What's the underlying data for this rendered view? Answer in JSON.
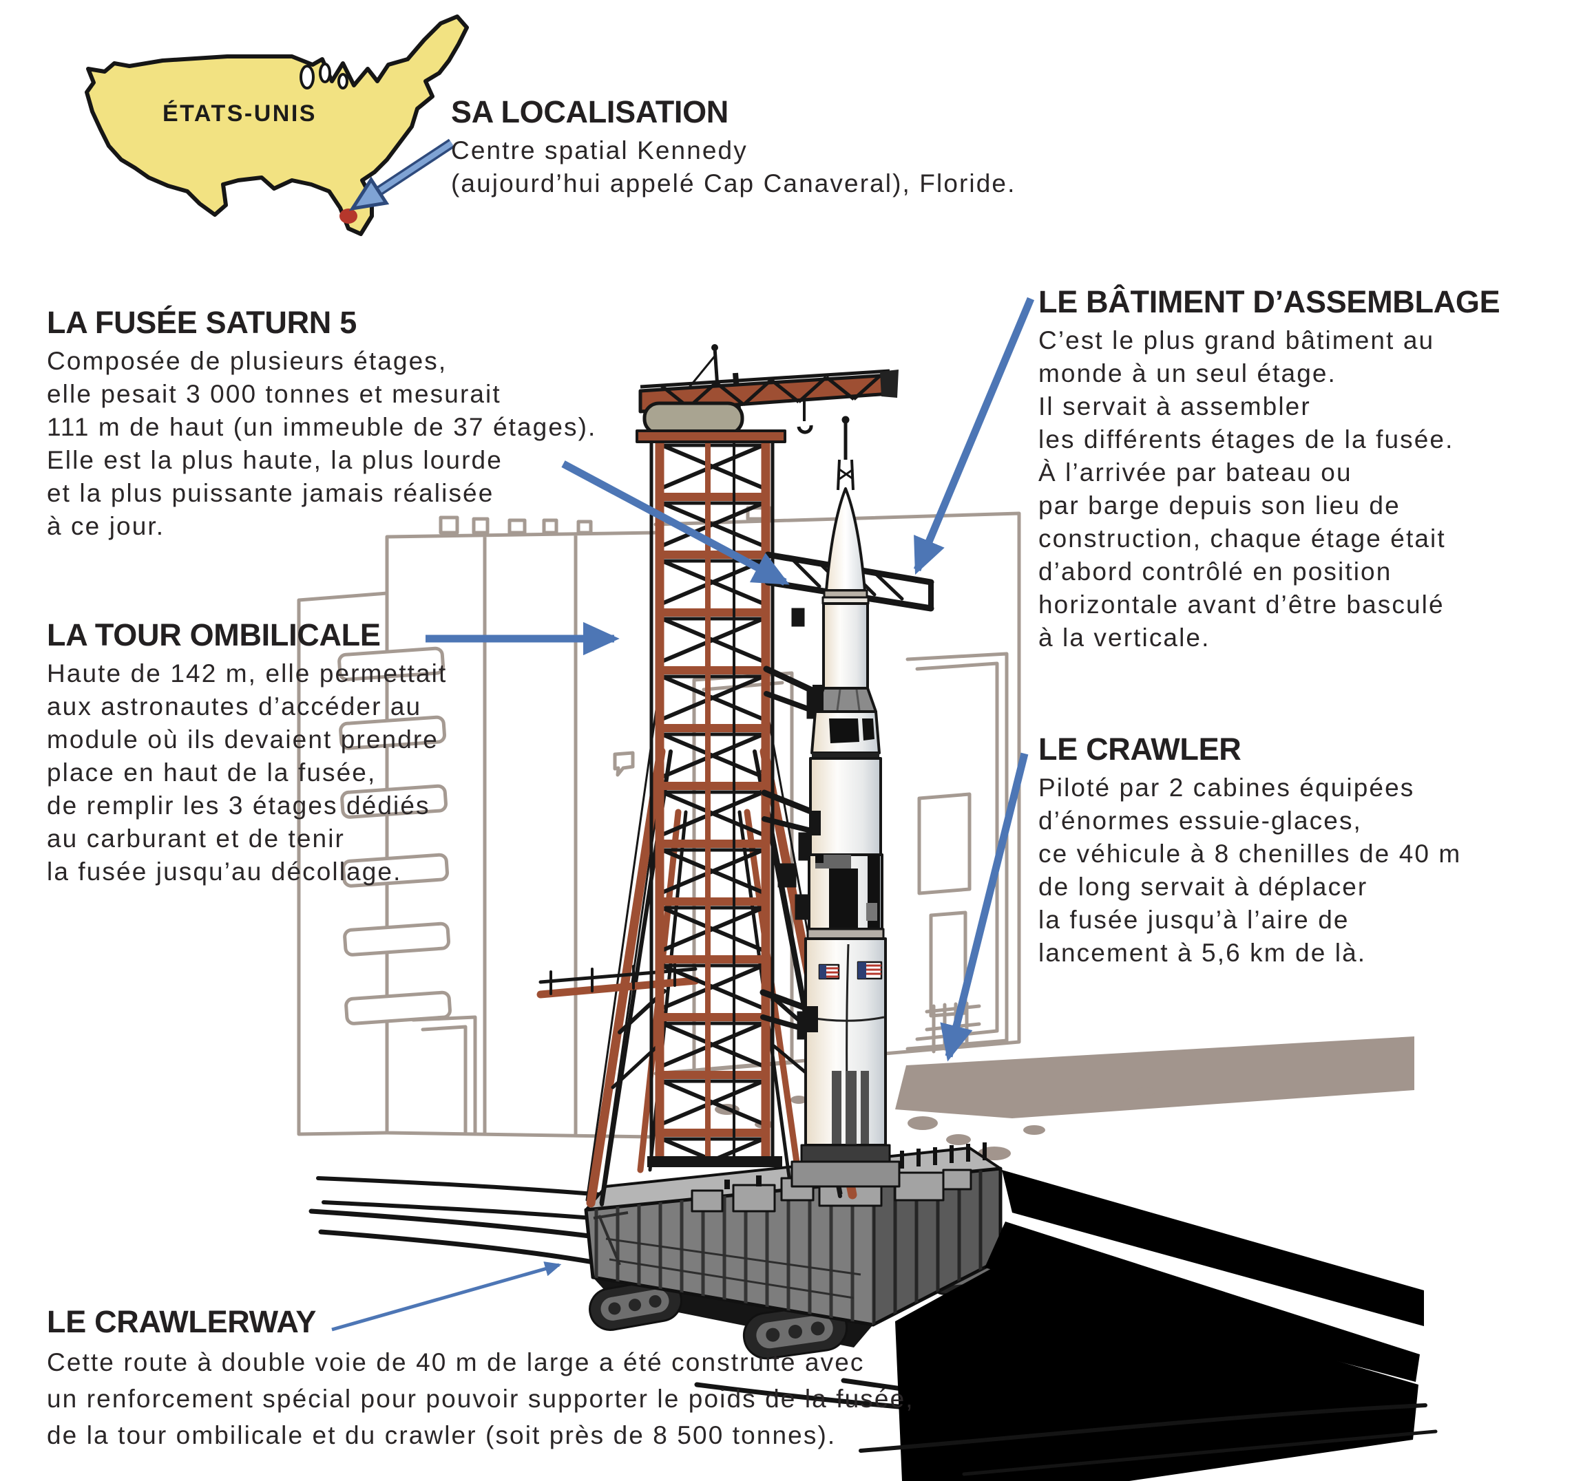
{
  "map": {
    "label": "ÉTATS-UNIS",
    "marker": "florida-red-dot"
  },
  "location": {
    "title": "SA LOCALISATION",
    "body": "Centre spatial Kennedy\n(aujourd’hui appelé Cap Canaveral), Floride."
  },
  "rocket": {
    "title": "LA FUSÉE SATURN 5",
    "body": "Composée de plusieurs étages,\nelle pesait 3 000 tonnes et mesurait\n111 m de haut (un immeuble de 37 étages).\nElle est la plus haute, la plus lourde\net la plus puissante jamais réalisée\nà ce jour."
  },
  "tower": {
    "title": "LA TOUR OMBILICALE",
    "body": "Haute de 142 m, elle permettait\naux astronautes d’accéder au\nmodule où ils devaient prendre\nplace en haut de la fusée,\nde remplir les 3 étages dédiés\nau carburant et de tenir\nla fusée jusqu’au décollage."
  },
  "assembly_building": {
    "title": "LE BÂTIMENT D’ASSEMBLAGE",
    "body": "C’est le plus grand bâtiment au\nmonde à un seul étage.\nIl servait à assembler\nles différents étages de la fusée.\nÀ l’arrivée par bateau ou\npar barge depuis son lieu de\nconstruction, chaque étage était\nd’abord contrôlé en position\nhorizontale avant d’être basculé\nà la verticale."
  },
  "crawler": {
    "title": "LE CRAWLER",
    "body": "Piloté par 2 cabines équipées\nd’énormes essuie-glaces,\nce véhicule à 8 chenilles de 40 m\nde long servait à déplacer\nla fusée jusqu’à l’aire de\nlancement à 5,6 km de là."
  },
  "crawlerway": {
    "title": "LE CRAWLERWAY",
    "body": "Cette route à double voie de 40 m de large a été construite avec\nun renforcement spécial pour pouvoir supporter le poids de la fusée,\nde la tour ombilicale et du crawler (soit près de 8 500 tonnes)."
  },
  "colors": {
    "arrow_blue": "#4d76b5",
    "map_arrow_light_blue": "#7fa3d4",
    "map_arrow_outline": "#2e4a7c",
    "map_yellow": "#f2e282",
    "marker_red": "#b5372c",
    "tower_red": "#9e4f33",
    "crane_cab_olive": "#a9a491",
    "sketch_taupe": "#a59a92",
    "text_black": "#232021"
  }
}
